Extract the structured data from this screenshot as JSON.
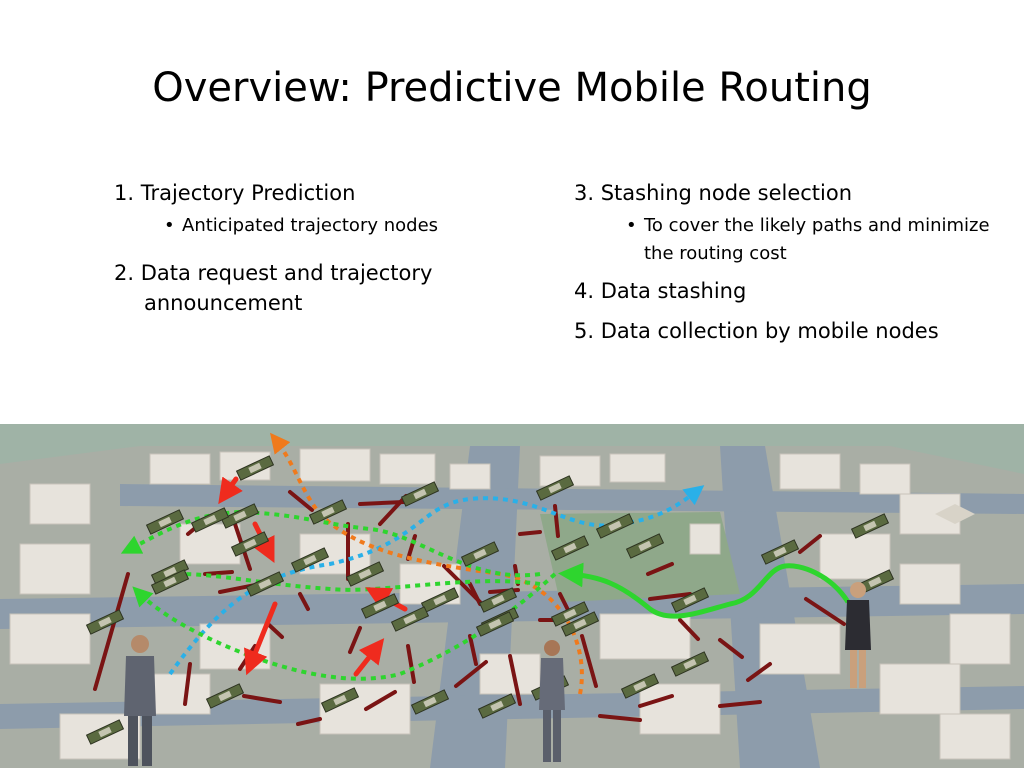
{
  "slide": {
    "title": "Overview: Predictive Mobile Routing",
    "left_column": {
      "item1": "1. Trajectory Prediction",
      "item1_sub": "Anticipated trajectory nodes",
      "item2": "2. Data request and trajectory announcement"
    },
    "right_column": {
      "item3": "3. Stashing node selection",
      "item3_sub": "To cover the likely paths and minimize the routing cost",
      "item4": "4. Data stashing",
      "item5": "5. Data collection by mobile nodes"
    },
    "bullet_glyph": "•"
  },
  "illustration": {
    "colors": {
      "ground": "#9fb3a6",
      "roads": "#8a9aa8",
      "buildings": "#e7e3dc",
      "sensor_links": "#7a1414",
      "request_path": "#ef2b1e",
      "green_path": "#2ed52e",
      "blue_path": "#2ab0e8",
      "orange_path": "#f07a1c",
      "sensor": "#5a6a40"
    },
    "icons": [
      "sensor-node-icon",
      "person-icon"
    ]
  }
}
